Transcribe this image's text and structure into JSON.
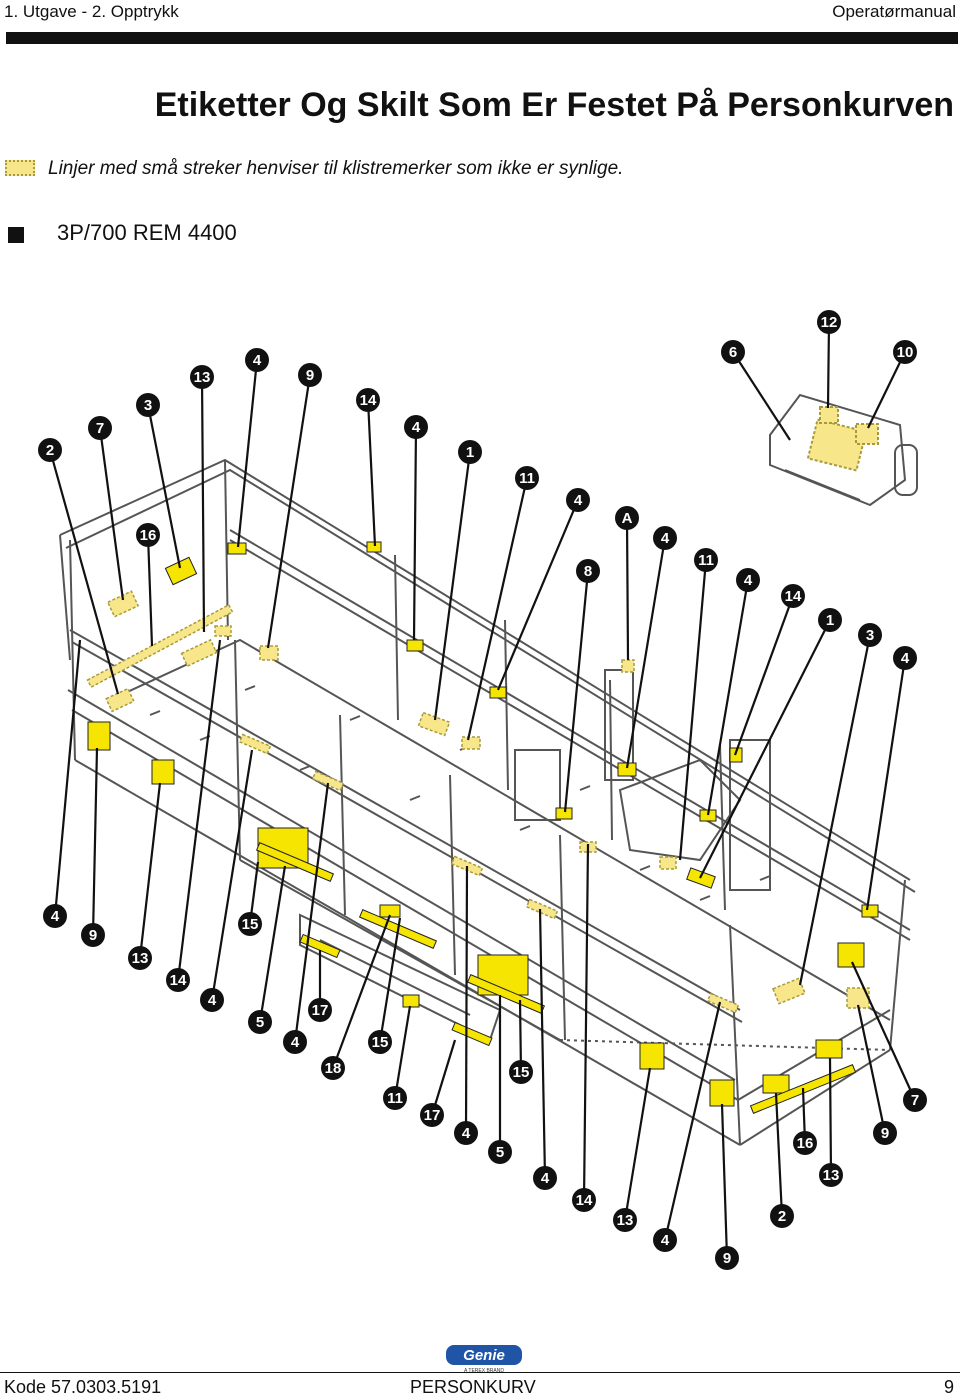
{
  "header": {
    "edition": "1. Utgave - 2. Opptrykk",
    "manual": "Operatørmanual"
  },
  "title": "Etiketter Og Skilt Som Er Festet På Personkurven",
  "legend_text": "Linjer med små streker henviser til klistremerker som ikke er synlige.",
  "model": "3P/700 REM 4400",
  "callouts_top": [
    "2",
    "7",
    "3",
    "16",
    "13",
    "4",
    "9",
    "14",
    "4",
    "1",
    "11",
    "4",
    "A",
    "8",
    "4",
    "11",
    "4",
    "14",
    "1",
    "3",
    "4",
    "6",
    "12",
    "10"
  ],
  "callouts_bottom": [
    "4",
    "9",
    "13",
    "14",
    "4",
    "15",
    "5",
    "4",
    "17",
    "18",
    "15",
    "11",
    "15",
    "17",
    "4",
    "5",
    "4",
    "14",
    "13",
    "4",
    "9",
    "2",
    "16",
    "13",
    "9",
    "7"
  ],
  "colors": {
    "decal": "#f5e500",
    "decal_hidden": "#f7e78a",
    "callout": "#111111",
    "structure": "#555555"
  },
  "logo": {
    "brand": "Genie",
    "tagline": "A TEREX BRAND"
  },
  "footer": {
    "code": "Kode 57.0303.5191",
    "section": "PERSONKURV",
    "page": "9"
  }
}
